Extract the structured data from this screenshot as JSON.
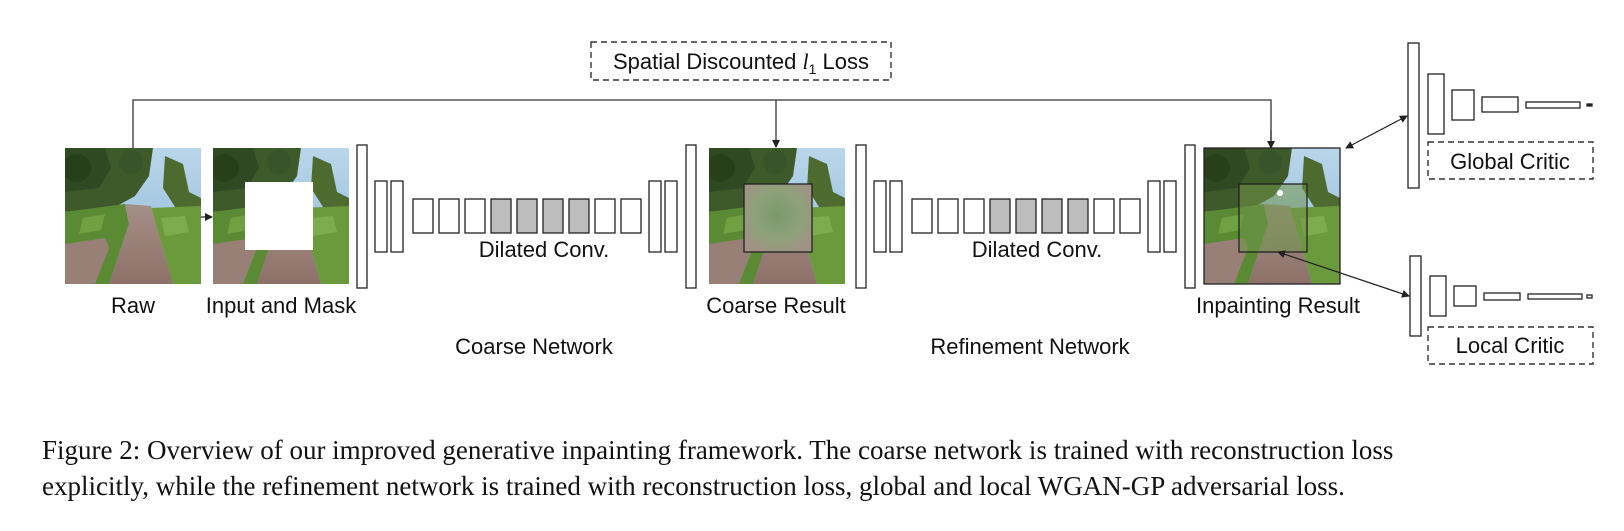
{
  "diagram": {
    "loss_label_prefix": "Spatial Discounted ",
    "loss_label_symbol": "l",
    "loss_label_subscript": "1",
    "loss_label_suffix": " Loss",
    "image_labels": {
      "raw": "Raw",
      "input_mask": "Input and Mask",
      "coarse_result": "Coarse Result",
      "inpainting_result": "Inpainting Result"
    },
    "dilated_label_coarse": "Dilated Conv.",
    "dilated_label_refine": "Dilated Conv.",
    "network_labels": {
      "coarse": "Coarse Network",
      "refinement": "Refinement Network"
    },
    "critic_labels": {
      "global": "Global Critic",
      "local": "Local Critic"
    }
  },
  "caption": {
    "line1": "Figure 2: Overview of our improved generative inpainting framework. The coarse network is trained with reconstruction loss",
    "line2": "explicitly, while the refinement network is trained with reconstruction loss, global and local WGAN-GP adversarial loss."
  }
}
